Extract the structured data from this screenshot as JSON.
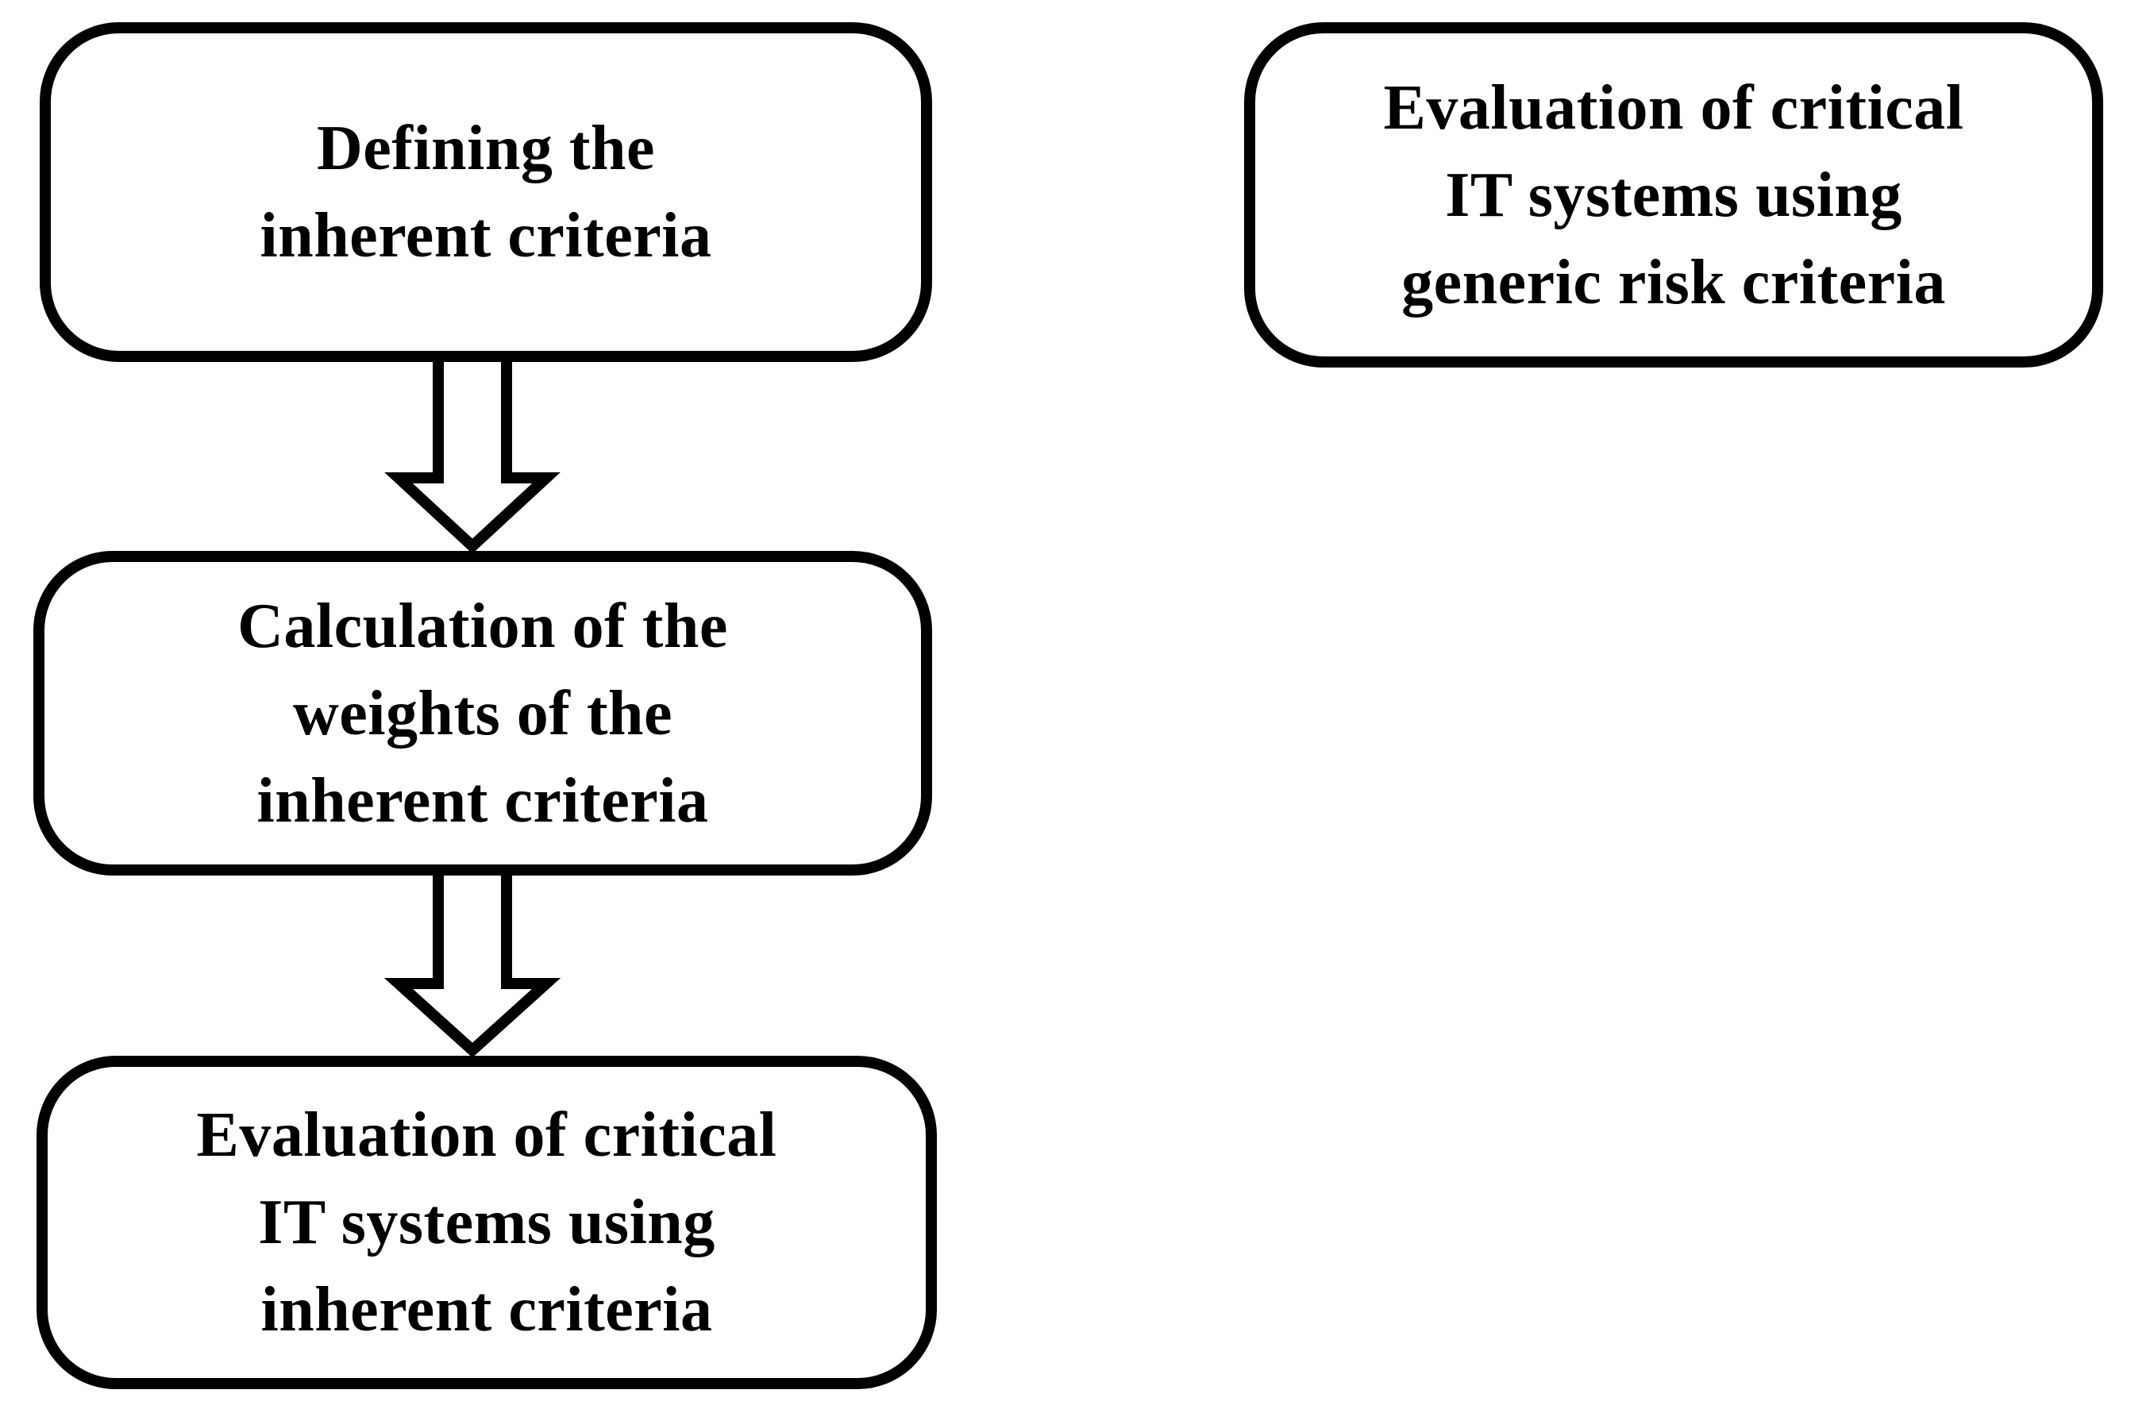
{
  "colors": {
    "background": "#ffffff",
    "box_fill": "#ffffff",
    "line": "#000000",
    "text": "#000000"
  },
  "flowchart": {
    "left_column": [
      {
        "id": "defining",
        "label": "Defining the\ninherent criteria"
      },
      {
        "id": "weights",
        "label": "Calculation of the\nweights of the\ninherent criteria"
      },
      {
        "id": "evaluation-inherent",
        "label": "Evaluation of critical\nIT systems using\ninherent criteria"
      }
    ],
    "right_column": [
      {
        "id": "evaluation-generic",
        "label": "Evaluation of critical\nIT systems using\ngeneric risk criteria"
      }
    ],
    "arrows": [
      {
        "id": "arrow-1",
        "from": "defining",
        "to": "weights",
        "direction": "down",
        "style": "hollow-block"
      },
      {
        "id": "arrow-2",
        "from": "weights",
        "to": "evaluation-inherent",
        "direction": "down",
        "style": "hollow-block"
      }
    ]
  }
}
